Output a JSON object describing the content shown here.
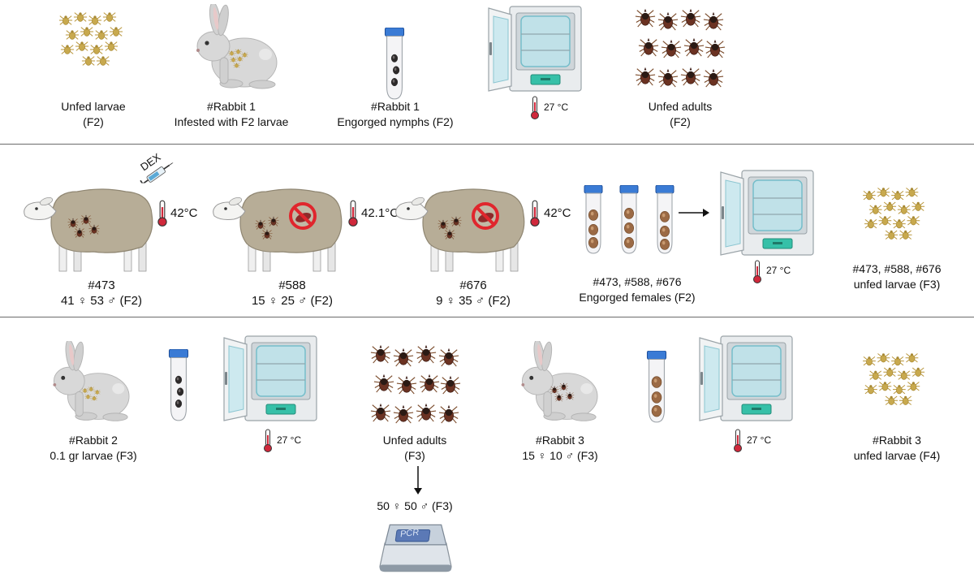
{
  "rows": [
    {
      "items": [
        {
          "line1": "Unfed larvae",
          "line2": "(F2)"
        },
        {
          "line1": "#Rabbit 1",
          "line2": "Infested with F2 larvae"
        },
        {
          "line1": "#Rabbit 1",
          "line2": "Engorged nymphs (F2)"
        },
        {
          "temp": "27 °C"
        },
        {
          "line1": "Unfed adults",
          "line2": "(F2)"
        }
      ]
    },
    {
      "items": [
        {
          "line1": "#473",
          "line2": "41 ♀ 53 ♂ (F2)",
          "temp": "42°C",
          "drug": "DEX"
        },
        {
          "line1": "#588",
          "line2": "15 ♀ 25 ♂ (F2)",
          "temp": "42.1°C"
        },
        {
          "line1": "#676",
          "line2": "9 ♀ 35 ♂ (F2)",
          "temp": "42°C"
        },
        {
          "line1": "#473, #588, #676",
          "line2": "Engorged females (F2)"
        },
        {
          "temp": "27 °C"
        },
        {
          "line1": "#473, #588, #676",
          "line2": "unfed larvae (F3)"
        }
      ]
    },
    {
      "items": [
        {
          "line1": "#Rabbit 2",
          "line2": "0.1 gr larvae (F3)"
        },
        {
          "temp": "27 °C"
        },
        {
          "line1": "Unfed adults",
          "line2": "(F3)",
          "line3": "50 ♀ 50 ♂ (F3)",
          "device": "PCR"
        },
        {
          "line1": "#Rabbit 3",
          "line2": "15 ♀ 10 ♂ (F3)"
        },
        {
          "temp": "27 °C"
        },
        {
          "line1": "#Rabbit 3",
          "line2": "unfed larvae (F4)"
        }
      ]
    }
  ],
  "colors": {
    "larva": "#c8a94e",
    "tick_body": "#5a2a1e",
    "tick_shield": "#2b1a14",
    "rabbit": "#d8d8d8",
    "sheep": "#b7ad97",
    "incubator_glass": "#bfe3ea",
    "incubator_panel": "#36c0a8",
    "thermometer": "#d0283b",
    "no_symbol": "#e0262d",
    "tube_cap": "#3a7bd5",
    "separator": "#6b6b6b"
  }
}
